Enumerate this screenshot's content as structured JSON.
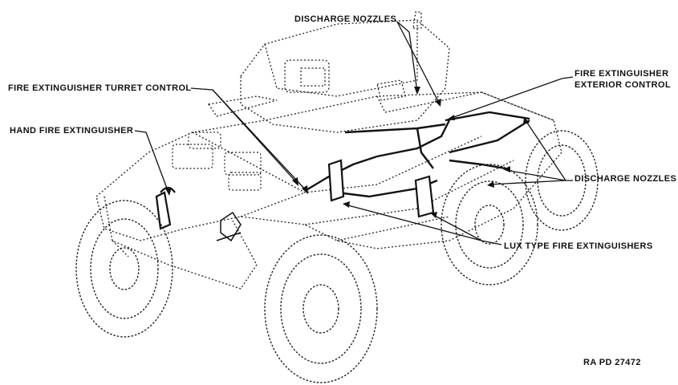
{
  "labels": {
    "discharge_nozzles_top": "DISCHARGE NOZZLES",
    "turret_control": "FIRE EXTINGUISHER TURRET CONTROL",
    "hand_extinguisher": "HAND FIRE EXTINGUISHER",
    "exterior_control_line1": "FIRE EXTINGUISHER",
    "exterior_control_line2": "EXTERIOR CONTROL",
    "discharge_nozzles_right": "DISCHARGE NOZZLES",
    "lux_extinguishers": "LUX TYPE FIRE EXTINGUISHERS"
  },
  "figure_ref": "RA PD 27472"
}
